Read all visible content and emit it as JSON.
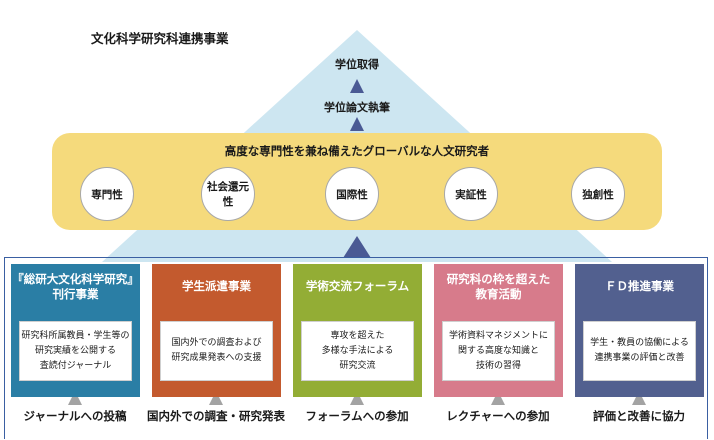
{
  "title": "文化科学研究科連携事業",
  "apex": {
    "top": "学位取得",
    "second": "学位論文執筆"
  },
  "banner": {
    "title": "高度な専門性を兼ね備えたグローバルな人文研究者",
    "qualities": [
      "専門性",
      "社会還元性",
      "国際性",
      "実証性",
      "独創性"
    ]
  },
  "programs": [
    {
      "title_line1": "『総研大文化科学研究』",
      "title_line2": "刊行事業",
      "desc": [
        "研究科所属教員・学生等の",
        "研究実績を公開する",
        "査読付ジャーナル"
      ],
      "bottom": "ジャーナルへの投稿",
      "color": "#2a7ea5"
    },
    {
      "title_line1": "学生派遣事業",
      "title_line2": "",
      "desc": [
        "国内外での調査および",
        "研究成果発表への支援"
      ],
      "bottom": "国内外での調査・研究発表",
      "color": "#c35a2e"
    },
    {
      "title_line1": "学術交流フォーラム",
      "title_line2": "",
      "desc": [
        "専攻を超えた",
        "多様な手法による",
        "研究交流"
      ],
      "bottom": "フォーラムへの参加",
      "color": "#93ad35"
    },
    {
      "title_line1": "研究科の枠を超えた",
      "title_line2": "教育活動",
      "desc": [
        "学術資料マネジメントに",
        "関する高度な知識と",
        "技術の習得"
      ],
      "bottom": "レクチャーへの参加",
      "color": "#d77b8b"
    },
    {
      "title_line1": "ＦＤ推進事業",
      "title_line2": "",
      "desc": [
        "学生・教員の協働による",
        "連携事業の評価と改善"
      ],
      "bottom": "評価と改善に協力",
      "color": "#52608f"
    }
  ],
  "colors": {
    "pyramid": "#cde6f1",
    "arrow_dark": "#4a5a94",
    "arrow_grey": "#a3a3a3",
    "banner": "#f5da7c",
    "frame": "#3a5fa2"
  }
}
